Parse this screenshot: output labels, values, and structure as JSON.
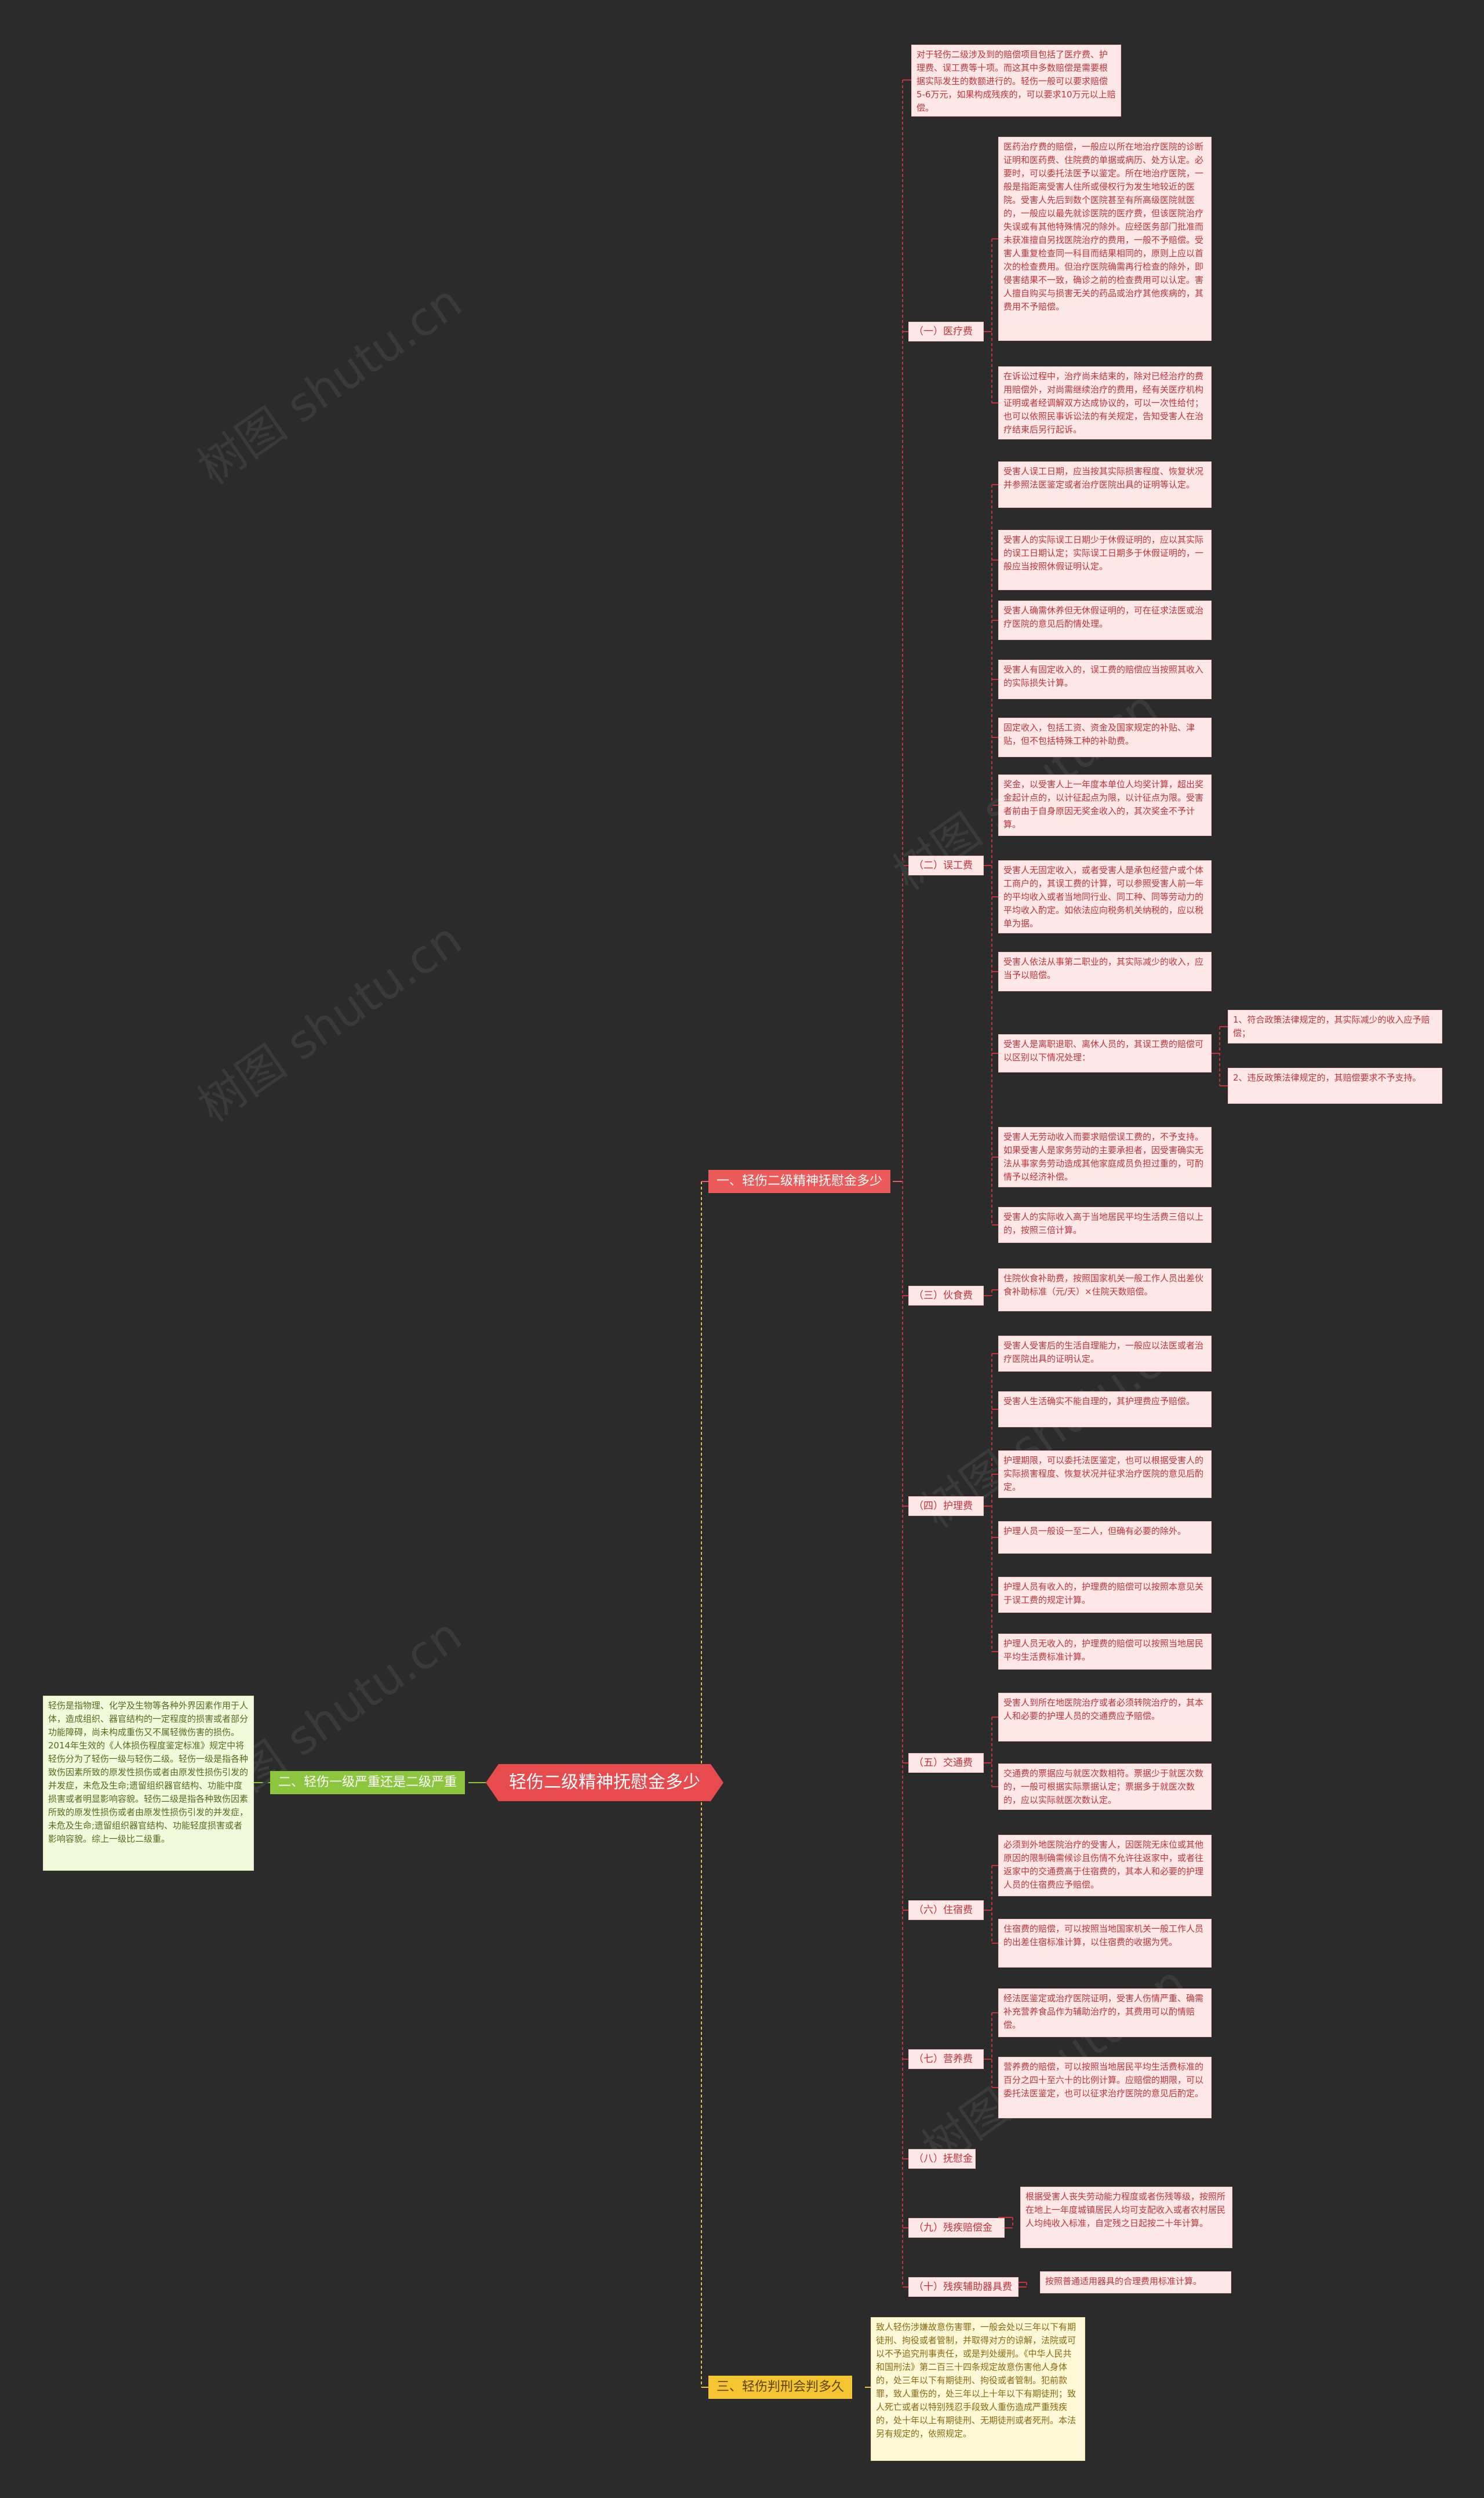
{
  "root": "轻伤二级精神抚慰金多少",
  "watermark": "树图 shutu.cn",
  "branches": {
    "b1": "一、轻伤二级精神抚慰金多少",
    "b2": "二、轻伤一级严重还是二级严重",
    "b3": "三、轻伤判刑会判多久"
  },
  "intro": "对于轻伤二级涉及到的赔偿项目包括了医疗费、护理费、误工费等十项。而这其中多数赔偿是需要根据实际发生的数额进行的。轻伤一般可以要求赔偿5-6万元，如果构成残疾的，可以要求10万元以上赔偿。",
  "items": [
    {
      "label": "（一）医疗费",
      "notes": [
        "医药治疗费的赔偿，一般应以所在地治疗医院的诊断证明和医药费、住院费的单据或病历、处方认定。必要时，可以委托法医予以鉴定。所在地治疗医院，一般是指距离受害人住所或侵权行为发生地较近的医院。受害人先后到数个医院甚至有所高级医院就医的，一般应以最先就诊医院的医疗费，但该医院治疗失误或有其他特殊情况的除外。应经医务部门批准而未获准擅自另找医院治疗的费用，一般不予赔偿。受害人重复检查同一科目而结果相同的，原则上应以首次的检查费用。但治疗医院确需再行检查的除外，即侵害结果不一致，确诊之前的检查费用可以认定。害人擅自购买与损害无关的药品或治疗其他疾病的，其费用不予赔偿。",
        "在诉讼过程中，治疗尚未结束的，除对已经治疗的费用赔偿外，对尚需继续治疗的费用，经有关医疗机构证明或者经调解双方达成协议的，可以一次性给付；也可以依照民事诉讼法的有关规定，告知受害人在治疗结束后另行起诉。"
      ]
    },
    {
      "label": "（二）误工费",
      "notes": [
        "受害人误工日期，应当按其实际损害程度、恢复状况并参照法医鉴定或者治疗医院出具的证明等认定。",
        "受害人的实际误工日期少于休假证明的，应以其实际的误工日期认定；实际误工日期多于休假证明的，一般应当按照休假证明认定。",
        "受害人确需休养但无休假证明的，可在征求法医或治疗医院的意见后酌情处理。",
        "受害人有固定收入的，误工费的赔偿应当按照其收入的实际损失计算。",
        "固定收入，包括工资、资金及国家规定的补贴、津贴，但不包括特殊工种的补助费。",
        "奖金，以受害人上一年度本单位人均奖计算，超出奖金起计点的，以计征起点为限，以计征点为限。受害者前由于自身原因无奖金收入的，其次奖金不予计算。",
        "受害人无固定收入，或者受害人是承包经营户或个体工商户的，其误工费的计算，可以参照受害人前一年的平均收入或者当地同行业、同工种、同等劳动力的平均收入酌定。如依法应向税务机关纳税的，应以税单为据。",
        "受害人依法从事第二职业的，其实际减少的收入，应当予以赔偿。",
        "受害人是离职退职、离休人员的，其误工费的赔偿可以区别以下情况处理："
      ],
      "subnotes": [
        "1、符合政策法律规定的，其实际减少的收入应予赔偿；",
        "2、违反政策法律规定的，其赔偿要求不予支持。"
      ],
      "tail": [
        "受害人无劳动收入而要求赔偿误工费的，不予支持。如果受害人是家务劳动的主要承担者，因受害确实无法从事家务劳动造成其他家庭成员负担过重的，可酌情予以经济补偿。",
        "受害人的实际收入高于当地居民平均生活费三倍以上的，按照三倍计算。"
      ]
    },
    {
      "label": "（三）伙食费",
      "notes": [
        "住院伙食补助费，按照国家机关一般工作人员出差伙食补助标准（元/天）×住院天数赔偿。"
      ]
    },
    {
      "label": "（四）护理费",
      "notes": [
        "受害人受害后的生活自理能力，一般应以法医或者治疗医院出具的证明认定。",
        "受害人生活确实不能自理的，其护理费应予赔偿。",
        "护理期限，可以委托法医鉴定，也可以根据受害人的实际损害程度、恢复状况并征求治疗医院的意见后酌定。",
        "护理人员一般设一至二人，但确有必要的除外。",
        "护理人员有收入的，护理费的赔偿可以按照本意见关于误工费的规定计算。",
        "护理人员无收入的，护理费的赔偿可以按照当地居民平均生活费标准计算。"
      ]
    },
    {
      "label": "（五）交通费",
      "notes": [
        "受害人到所在地医院治疗或者必须转院治疗的，其本人和必要的护理人员的交通费应予赔偿。",
        "交通费的票据应与就医次数相符。票据少于就医次数的，一般可根据实际票据认定；票据多于就医次数的，应以实际就医次数认定。"
      ]
    },
    {
      "label": "（六）住宿费",
      "notes": [
        "必须到外地医院治疗的受害人，因医院无床位或其他原因的限制确需候诊且伤情不允许往返家中，或者往返家中的交通费高于住宿费的，其本人和必要的护理人员的住宿费应予赔偿。",
        "住宿费的赔偿，可以按照当地国家机关一般工作人员的出差住宿标准计算，以住宿费的收据为凭。"
      ]
    },
    {
      "label": "（七）营养费",
      "notes": [
        "经法医鉴定或治疗医院证明，受害人伤情严重、确需补充营养食品作为辅助治疗的，其费用可以酌情赔偿。",
        "营养费的赔偿，可以按照当地居民平均生活费标准的百分之四十至六十的比例计算。应赔偿的期限，可以委托法医鉴定，也可以征求治疗医院的意见后酌定。"
      ]
    },
    {
      "label": "（八）抚慰金",
      "notes": []
    },
    {
      "label": "（九）残疾赔偿金",
      "notes": [
        "根据受害人丧失劳动能力程度或者伤残等级，按照所在地上一年度城镇居民人均可支配收入或者农村居民人均纯收入标准，自定残之日起按二十年计算。"
      ]
    },
    {
      "label": "（十）残疾辅助器具费",
      "notes": [
        "按照普通适用器具的合理费用标准计算。"
      ]
    }
  ],
  "b2_note": "轻伤是指物理、化学及生物等各种外界因素作用于人体，造成组织、器官结构的一定程度的损害或者部分功能障碍，尚未构成重伤又不属轻微伤害的损伤。2014年生效的《人体损伤程度鉴定标准》规定中将轻伤分为了轻伤一级与轻伤二级。轻伤一级是指各种致伤因素所致的原发性损伤或者由原发性损伤引发的并发症，未危及生命;遗留组织器官结构、功能中度损害或者明显影响容貌。轻伤二级是指各种致伤因素所致的原发性损伤或者由原发性损伤引发的并发症，未危及生命;遗留组织器官结构、功能轻度损害或者影响容貌。综上一级比二级重。",
  "b3_note": "致人轻伤涉嫌故意伤害罪，一般会处以三年以下有期徒刑、拘役或者管制，并取得对方的谅解，法院或可以不予追究刑事责任，或是判处缓刑。《中华人民共和国刑法》第二百三十四条规定故意伤害他人身体的，处三年以下有期徒刑、拘役或者管制。犯前款罪，致人重伤的，处三年以上十年以下有期徒刑；致人死亡或者以特别残忍手段致人重伤造成严重残疾的，处十年以上有期徒刑、无期徒刑或者死刑。本法另有规定的，依照规定。"
}
